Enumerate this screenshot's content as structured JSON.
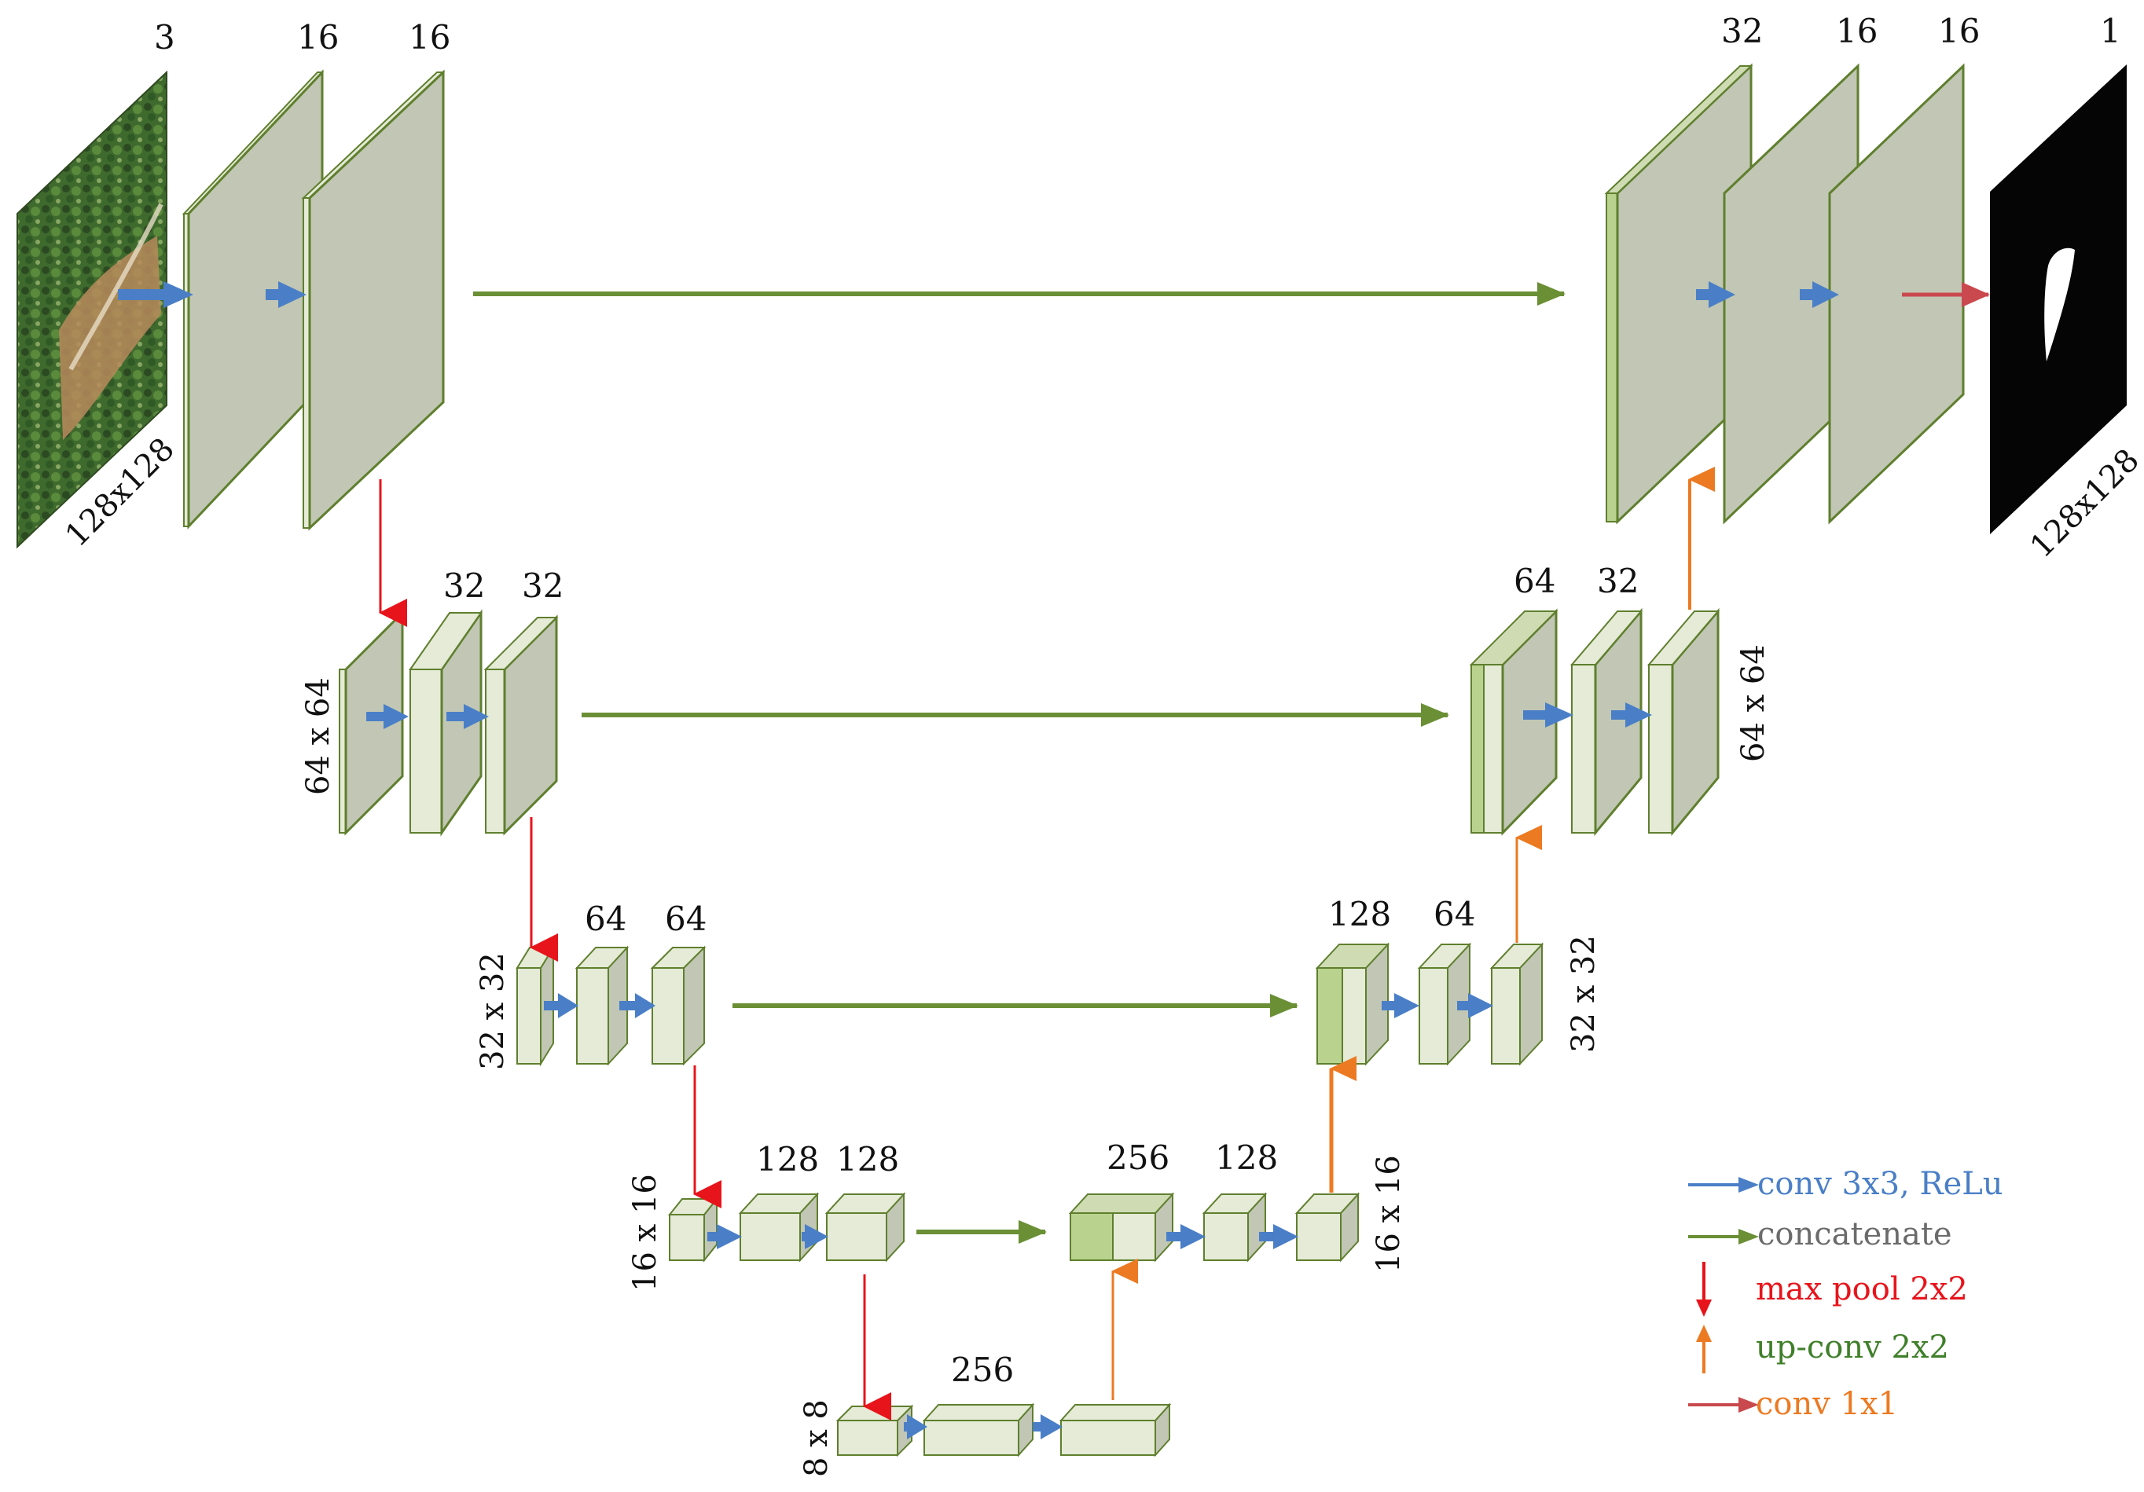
{
  "colors": {
    "conv": "#4a7fc7",
    "concat": "#6a8f35",
    "pool": "#e8141b",
    "upconv": "#ec7a22",
    "conv1x1": "#c9494e",
    "block_gray": "#c1c7b4",
    "block_light": "#e5ebd6",
    "block_green": "#b9d38f",
    "block_edge": "#5f7f2e"
  },
  "encoder": {
    "level1": {
      "ch_input": "3",
      "ch_a": "16",
      "ch_b": "16",
      "size": "128x128"
    },
    "level2": {
      "ch_a": "32",
      "ch_b": "32",
      "size": "64 x 64"
    },
    "level3": {
      "ch_a": "64",
      "ch_b": "64",
      "size": "32 x 32"
    },
    "level4": {
      "ch_a": "128",
      "ch_b": "128",
      "size": "16 x 16"
    }
  },
  "bottleneck": {
    "ch": "256",
    "size": "8 x 8"
  },
  "decoder": {
    "level4": {
      "ch_concat": "256",
      "ch_conv": "128",
      "size": "16 x 16"
    },
    "level3": {
      "ch_concat": "128",
      "ch_conv": "64",
      "size": "32 x 32"
    },
    "level2": {
      "ch_concat": "64",
      "ch_conv": "32",
      "size": "64 x 64"
    },
    "level1": {
      "ch_concat": "32",
      "ch_a": "16",
      "ch_b": "16",
      "ch_out": "1",
      "size": "128x128"
    }
  },
  "legend": [
    {
      "key": "conv",
      "label": "conv 3x3, ReLu",
      "color": "#4a7fc7"
    },
    {
      "key": "concat",
      "label": "concatenate",
      "color": "#6b6b6b"
    },
    {
      "key": "pool",
      "label": "max pool 2x2",
      "color": "#e8141b"
    },
    {
      "key": "upconv",
      "label": "up-conv 2x2",
      "color": "#3f7f2a"
    },
    {
      "key": "conv1x1",
      "label": "conv 1x1",
      "color": "#ec7a22"
    }
  ]
}
